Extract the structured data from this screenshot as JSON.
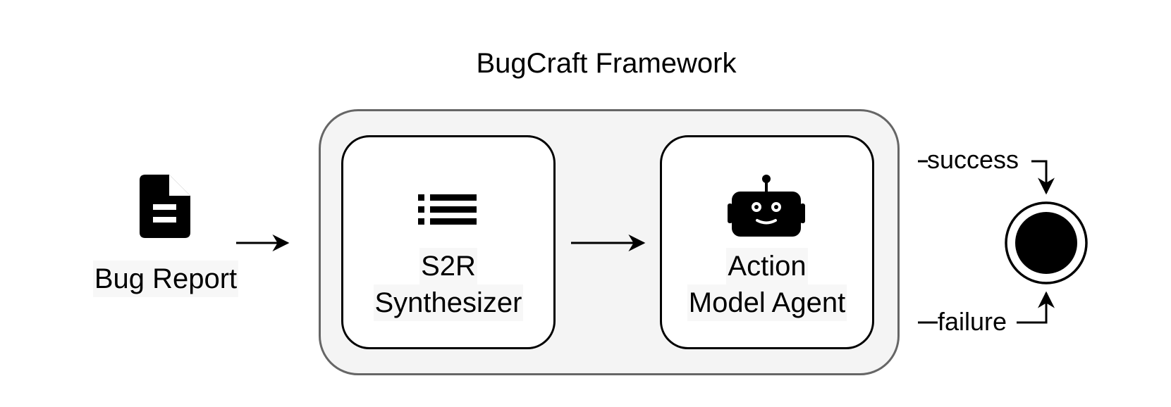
{
  "title": "BugCraft Framework",
  "input": {
    "label": "Bug Report",
    "icon": "document-icon"
  },
  "stages": [
    {
      "line1": "S2R",
      "line2": "Synthesizer",
      "icon": "list-icon"
    },
    {
      "line1": "Action",
      "line2": "Model Agent",
      "icon": "robot-icon"
    }
  ],
  "outcomes": {
    "success": "success",
    "failure": "failure",
    "end_icon": "end-state-icon"
  },
  "colors": {
    "container_fill": "#f4f4f4",
    "container_border": "#666666",
    "stroke": "#000000"
  }
}
